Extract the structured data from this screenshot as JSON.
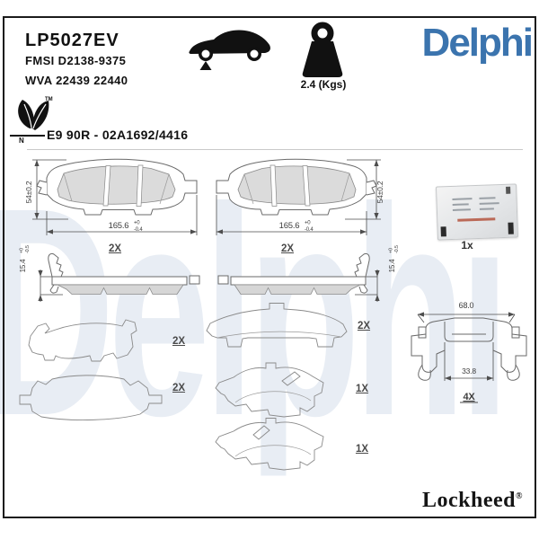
{
  "header": {
    "part_number": "LP5027EV",
    "fmsi": "FMSI D2138-9375",
    "wva": "WVA 22439 22440",
    "brand": "Delphi",
    "weight": "2.4 (Kgs)"
  },
  "approval": {
    "eco_tm": "TM",
    "eco_letter": "N",
    "text": "E9 90R - 02A1692/4416"
  },
  "dimensions": {
    "pad_height": "54±0.2",
    "pad_width": "165.6",
    "pad_width_tol_top": "+0",
    "pad_width_tol_bottom": "-0.4",
    "pad_thickness": "15.4",
    "pad_thickness_tol_top": "+0",
    "pad_thickness_tol_bottom": "-0.5",
    "clip_width": "68.0",
    "clip_inner_width": "33.8"
  },
  "quantities": {
    "pads_left": "2X",
    "pads_right": "2X",
    "shim_upper": "2X",
    "shim_lower": "2X",
    "shim_middle": "2X",
    "indicator_upper": "1X",
    "indicator_lower": "1X",
    "clip": "4X",
    "grease_packet": "1x"
  },
  "footer": {
    "brand": "Lockheed",
    "registered_mark": "®"
  },
  "watermark": "Delphi",
  "colors": {
    "brand_blue": "#3B74AE",
    "watermark": "#E8EDF4"
  }
}
